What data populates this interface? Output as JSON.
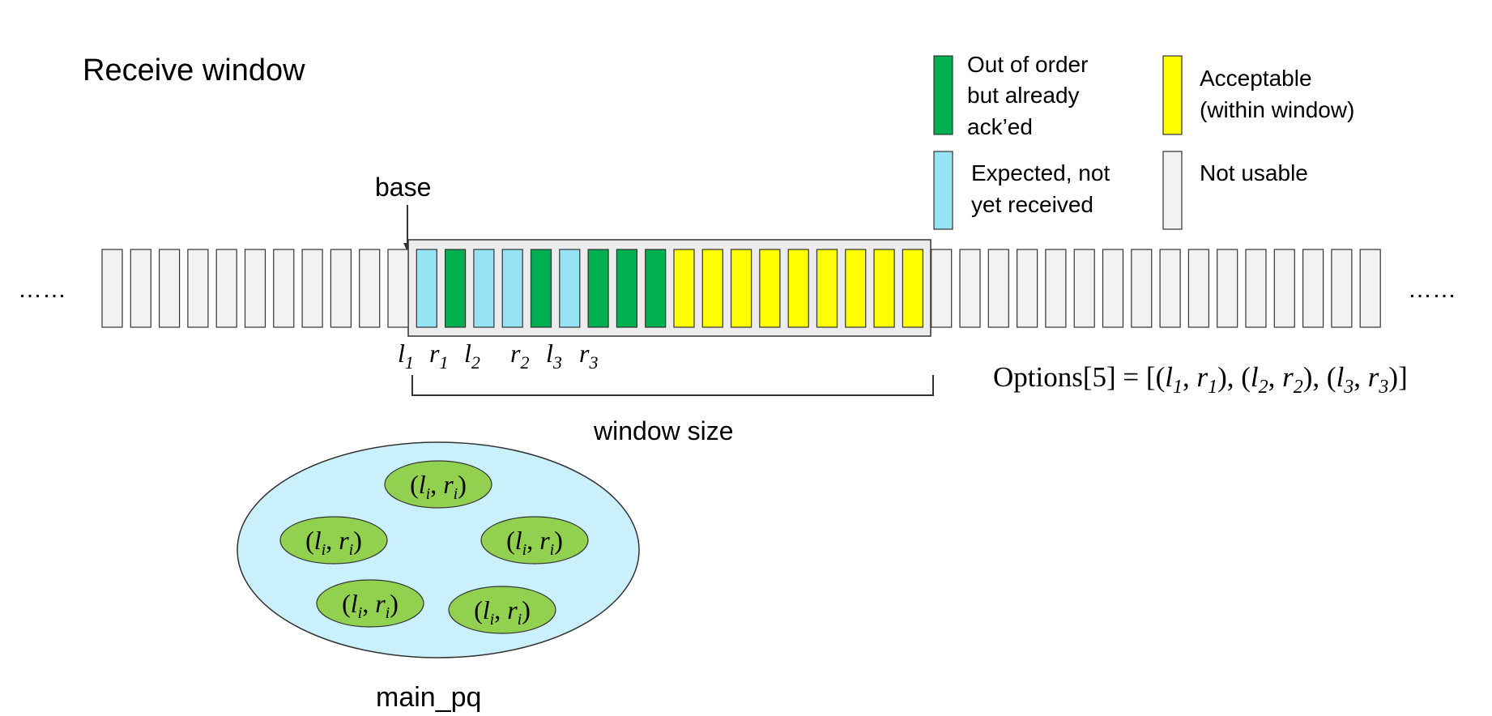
{
  "title": "Receive window",
  "base_label": "base",
  "ellipsis_left": "……",
  "ellipsis_right": "……",
  "window_size_label": "window size",
  "pq_label": "main_pq",
  "legend": [
    {
      "key": "acked",
      "color": "#00b050",
      "lines": [
        "Out of order",
        "but already",
        "ack’ed"
      ]
    },
    {
      "key": "acceptable",
      "color": "#ffff00",
      "lines": [
        "Acceptable",
        "(within window)"
      ]
    },
    {
      "key": "expected",
      "color": "#97e3f6",
      "lines": [
        "Expected, not",
        "yet received"
      ]
    },
    {
      "key": "unusable",
      "color": "#f2f2f2",
      "lines": [
        "Not usable"
      ]
    }
  ],
  "colors": {
    "acked": "#00b050",
    "acceptable": "#ffff00",
    "expected": "#97e3f6",
    "unusable": "#f2f2f2",
    "window_bg": "#ececec",
    "pq_fill": "#c9f0fb",
    "pq_item_fill": "#92d050",
    "stroke": "#333333"
  },
  "cells_before_window": 11,
  "window_cells": [
    "expected",
    "acked",
    "expected",
    "expected",
    "acked",
    "expected",
    "acked",
    "acked",
    "acked",
    "acceptable",
    "acceptable",
    "acceptable",
    "acceptable",
    "acceptable",
    "acceptable",
    "acceptable",
    "acceptable",
    "acceptable"
  ],
  "cells_after_window": 16,
  "range_markers": [
    {
      "name": "l",
      "sub": "1"
    },
    {
      "name": "r",
      "sub": "1"
    },
    {
      "name": "l",
      "sub": "2"
    },
    {
      "name": "r",
      "sub": "2"
    },
    {
      "name": "l",
      "sub": "3"
    },
    {
      "name": "r",
      "sub": "3"
    }
  ],
  "options": {
    "prefix": "Options[5] = [",
    "pairs": [
      {
        "l": "l",
        "ls": "1",
        "r": "r",
        "rs": "1"
      },
      {
        "l": "l",
        "ls": "2",
        "r": "r",
        "rs": "2"
      },
      {
        "l": "l",
        "ls": "3",
        "r": "r",
        "rs": "3"
      }
    ],
    "suffix": "]"
  },
  "pq_items": [
    {
      "l": "l",
      "r": "r",
      "sub": "i"
    },
    {
      "l": "l",
      "r": "r",
      "sub": "i"
    },
    {
      "l": "l",
      "r": "r",
      "sub": "i"
    },
    {
      "l": "l",
      "r": "r",
      "sub": "i"
    },
    {
      "l": "l",
      "r": "r",
      "sub": "i"
    }
  ]
}
